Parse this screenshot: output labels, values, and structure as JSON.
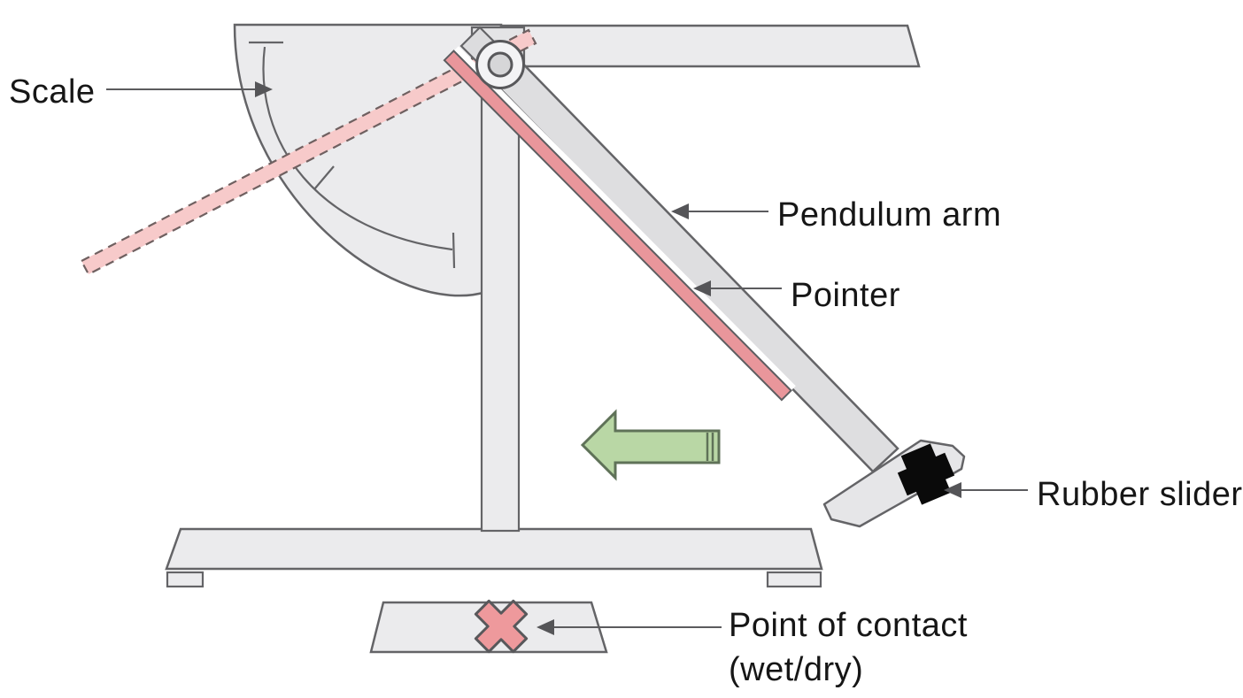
{
  "figure": {
    "description": "Labeled diagram of a pendulum skid resistance tester",
    "labels": {
      "scale": "Scale",
      "pendulum_arm": "Pendulum arm",
      "pointer": "Pointer",
      "rubber_slider": "Rubber slider",
      "point_of_contact_line1": "Point of contact",
      "point_of_contact_line2": "(wet/dry)"
    },
    "markers": {
      "swing_direction_arrow_icon": "left-arrow",
      "contact_marker_icon": "x-cross"
    },
    "colors": {
      "machine_fill": "#ebebed",
      "machine_fill_dark": "#dedee0",
      "machine_outline": "#646467",
      "pointer_pink": "#e9969b",
      "pointer_rest_dashed_fill": "#f7caca",
      "pointer_rest_dash_stroke": "#6f6060",
      "swing_arrow_green": "#b9d7a5",
      "swing_arrow_outline": "#5f7258",
      "rubber_slider_black": "#0a0a0a",
      "contact_cross_pink": "#ee999c",
      "leader_line": "#5b5b5e",
      "label_text": "#161616"
    }
  }
}
